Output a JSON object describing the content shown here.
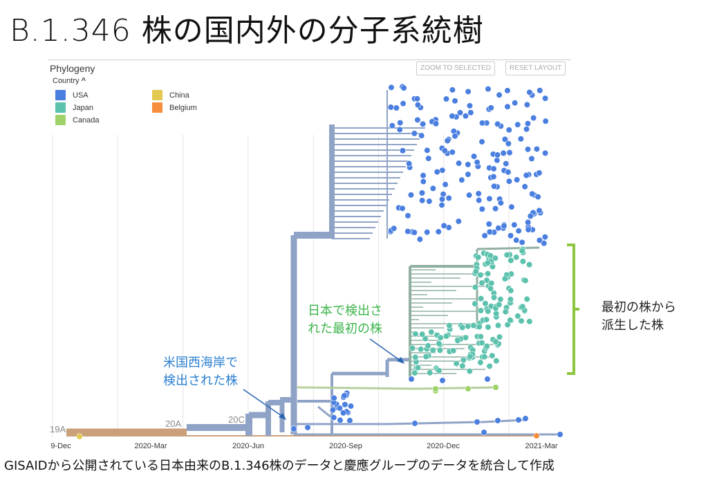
{
  "title": "B.1.346 株の国内外の分子系統樹",
  "footer": "GISAIDから公開されている日本由来のB.1.346株のデータと慶應グループのデータを統合して作成",
  "panel": {
    "title": "Phylogeny",
    "buttons": {
      "zoom": "ZOOM TO SELECTED",
      "reset": "RESET LAYOUT"
    },
    "legend_title": "Country",
    "legend": [
      {
        "label": "USA",
        "color": "#4a7fe0"
      },
      {
        "label": "Japan",
        "color": "#5cc1ad"
      },
      {
        "label": "Canada",
        "color": "#9fd36a"
      },
      {
        "label": "China",
        "color": "#e3c94f"
      },
      {
        "label": "Belgium",
        "color": "#f68e3d"
      }
    ],
    "axis_ticks": [
      "9-Dec",
      "2020-Mar",
      "2020-Jun",
      "2020-Sep",
      "2020-Dec",
      "2021-Mar"
    ],
    "clades": [
      "19A",
      "20A",
      "20C"
    ]
  },
  "annotations": {
    "us_west": [
      "米国西海岸で",
      "検出された株"
    ],
    "japan_first": [
      "日本で検出さ",
      "れた最初の株"
    ],
    "derived": [
      "最初の株から",
      "派生した株"
    ]
  }
}
